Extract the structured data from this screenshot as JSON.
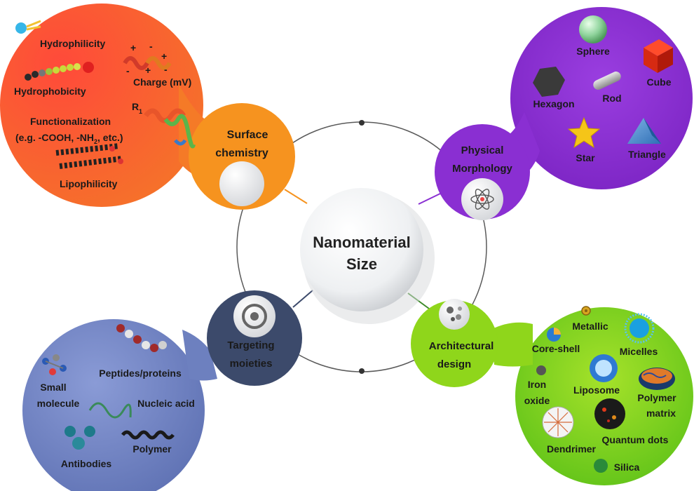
{
  "center": {
    "line1": "Nanomaterial",
    "line2": "Size"
  },
  "colors": {
    "surface_blob": "#f2542d",
    "surface_hub": "#f6931f",
    "morphology": "#8a2fd2",
    "architecture": "#8fd61b",
    "targeting_hub": "#3c4a6b",
    "targeting_blob": "#6d80bf"
  },
  "surface": {
    "hub_line1": "Surface",
    "hub_line2": "chemistry",
    "items": {
      "hydrophilicity": "Hydrophilicity",
      "hydrophobicity": "Hydrophobicity",
      "charge": "Charge (mV)",
      "functionalization_1": "Functionalization",
      "functionalization_2": "(e.g. -COOH, -NH",
      "functionalization_sub": "2",
      "functionalization_3": ", etc.)",
      "lipophilicity": "Lipophilicity",
      "r1": "R",
      "r1_sub": "1"
    },
    "charge_signs": [
      "+",
      "-",
      "+",
      "-",
      "+",
      "-"
    ]
  },
  "morphology": {
    "hub_line1": "Physical",
    "hub_line2": "Morphology",
    "items": {
      "sphere": "Sphere",
      "cube": "Cube",
      "hexagon": "Hexagon",
      "rod": "Rod",
      "star": "Star",
      "triangle": "Triangle"
    }
  },
  "architecture": {
    "hub_line1": "Architectural",
    "hub_line2": "design",
    "items": {
      "metallic": "Metallic",
      "core_shell": "Core-shell",
      "micelles": "Micelles",
      "iron_1": "Iron",
      "iron_2": "oxide",
      "liposome": "Liposome",
      "polymer_matrix_1": "Polymer",
      "polymer_matrix_2": "matrix",
      "dendrimer": "Dendrimer",
      "quantum_dots": "Quantum dots",
      "silica": "Silica"
    }
  },
  "targeting": {
    "hub_line1": "Targeting",
    "hub_line2": "moieties",
    "items": {
      "small_1": "Small",
      "small_2": "molecule",
      "peptides": "Peptides/proteins",
      "nucleic": "Nucleic acid",
      "polymer": "Polymer",
      "antibodies": "Antibodies"
    }
  }
}
